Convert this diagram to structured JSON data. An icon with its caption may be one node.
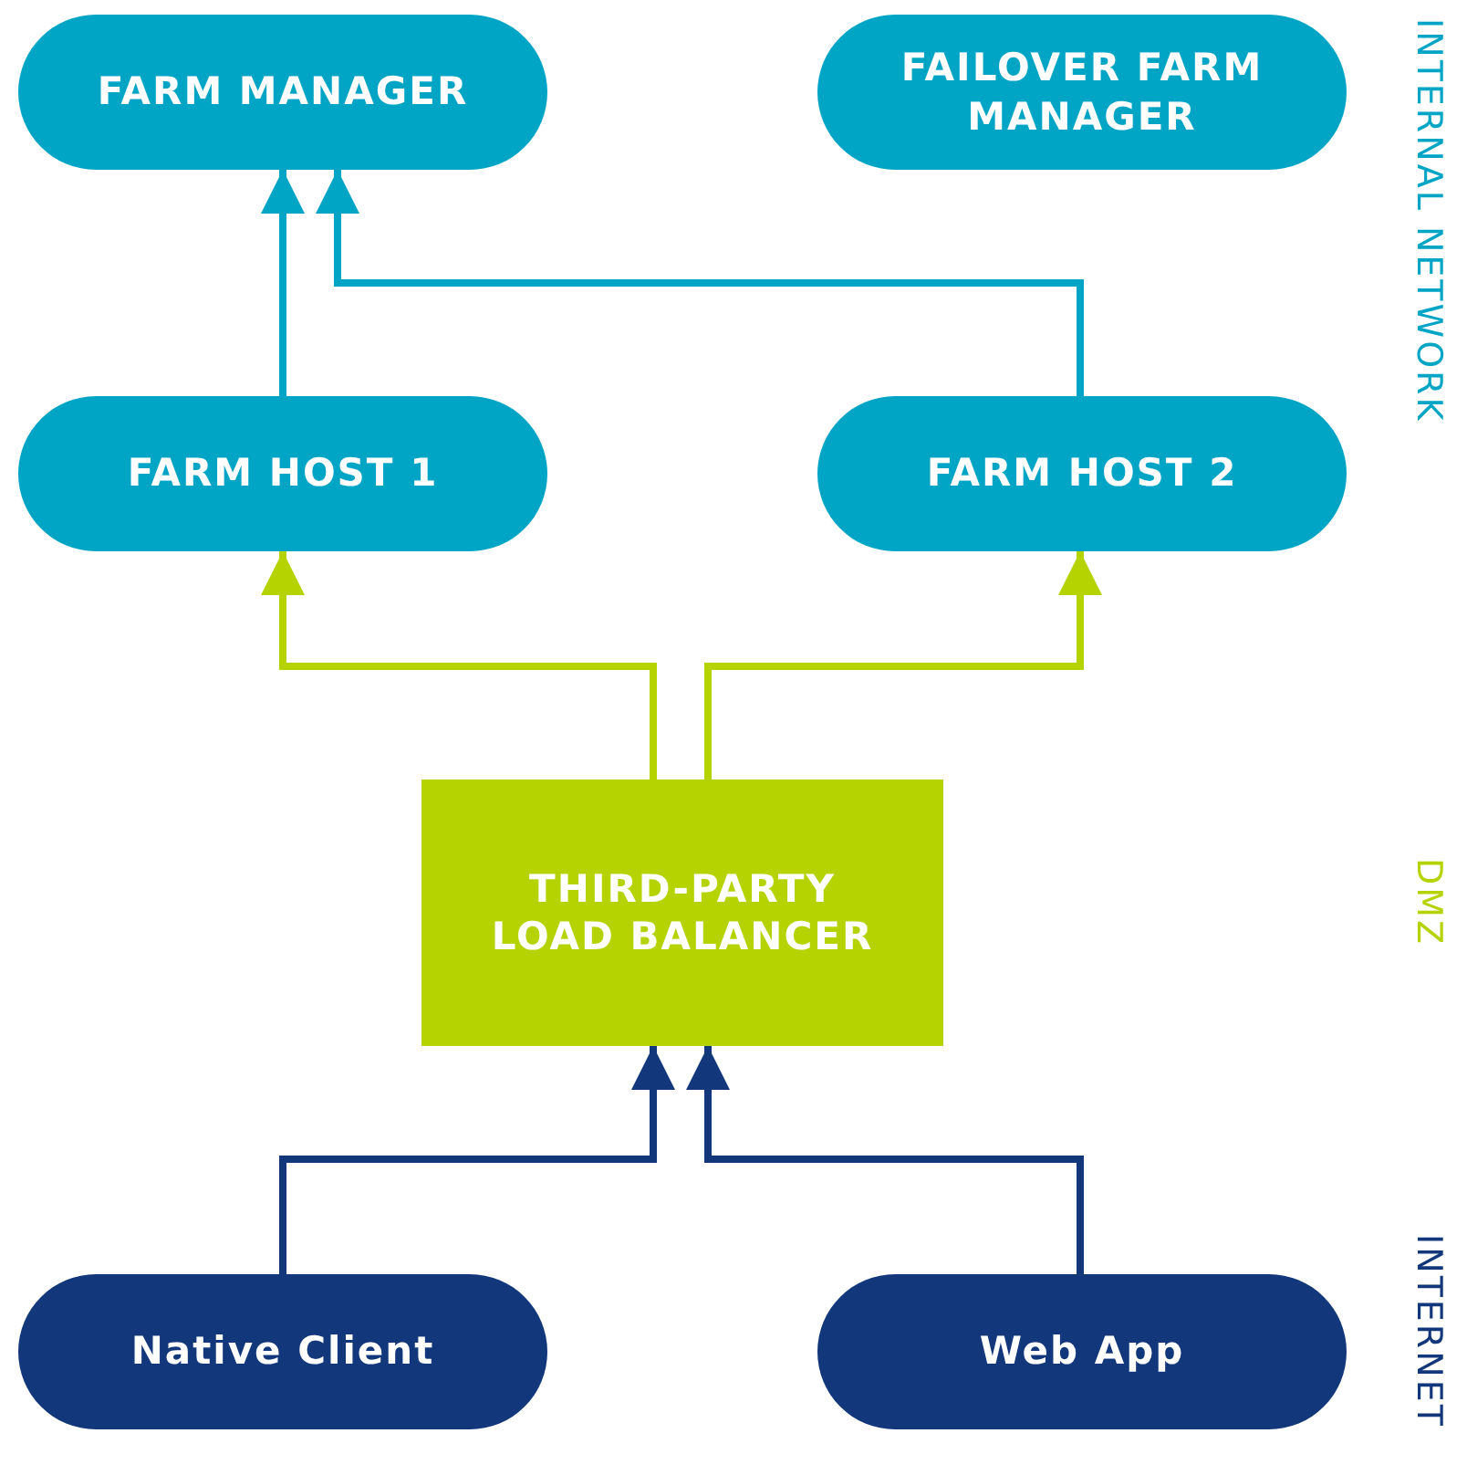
{
  "diagram": {
    "nodes": [
      {
        "text": [
          "FARM MANAGER"
        ]
      },
      {
        "text": [
          "FAILOVER FARM MANAGER"
        ]
      },
      {
        "text": [
          "FARM HOST 1"
        ]
      },
      {
        "text": [
          "FARM HOST 2"
        ]
      },
      {
        "text": [
          "THIRD-PARTY LOAD BALANCER"
        ]
      },
      {
        "text": [
          "Native Client"
        ]
      },
      {
        "text": [
          "Web App"
        ]
      }
    ],
    "edges": [
      {
        "from": 2,
        "to": 0,
        "arrow": "to",
        "color": "#00a5c6"
      },
      {
        "from": 3,
        "to": 0,
        "arrow": "to",
        "color": "#00a5c6"
      },
      {
        "from": 4,
        "to": 2,
        "arrow": "to",
        "color": "#b5d300"
      },
      {
        "from": 4,
        "to": 3,
        "arrow": "to",
        "color": "#b5d300"
      },
      {
        "from": 5,
        "to": 4,
        "arrow": "to",
        "color": "#12377a"
      },
      {
        "from": 6,
        "to": 4,
        "arrow": "to",
        "color": "#12377a"
      }
    ],
    "labels": [
      "INTERNAL NETWORK",
      "DMZ",
      "INTERNET"
    ]
  }
}
